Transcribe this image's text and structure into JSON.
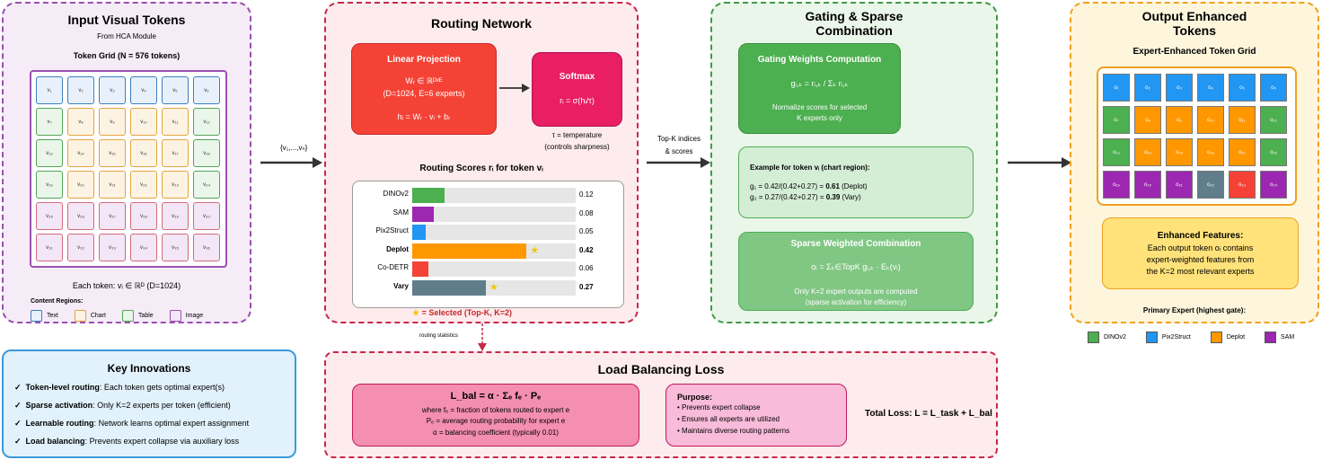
{
  "input": {
    "title": "Input Visual Tokens",
    "subtitle": "From HCA Module",
    "grid_title": "Token Grid (N = 576 tokens)",
    "tokens": [
      "v₁",
      "v₂",
      "v₃",
      "v₄",
      "v₅",
      "v₆",
      "v₇",
      "v₈",
      "v₉",
      "v₁₀",
      "v₁₁",
      "v₁₂",
      "v₁₃",
      "v₁₄",
      "v₁₅",
      "v₁₆",
      "v₁₇",
      "v₁₈",
      "v₁₉",
      "v₂₀",
      "v₂₁",
      "v₂₂",
      "v₂₃",
      "v₂₄",
      "v₂₅",
      "v₂₆",
      "v₂₇",
      "v₂₈",
      "v₂₉",
      "v₃₀",
      "v₃₁",
      "v₃₂",
      "v₃₃",
      "v₃₄",
      "v₃₅",
      "v₃₆"
    ],
    "token_regions": [
      "text",
      "text",
      "text",
      "text",
      "text",
      "text",
      "table",
      "chart",
      "chart",
      "chart",
      "chart",
      "table",
      "table",
      "chart",
      "chart",
      "chart",
      "chart",
      "table",
      "table",
      "chart",
      "chart",
      "chart",
      "chart",
      "table",
      "image",
      "image",
      "image",
      "image",
      "image",
      "image",
      "image",
      "image",
      "image",
      "image",
      "image",
      "image"
    ],
    "each_token": "Each token: vᵢ ∈ ℝᴰ (D=1024)",
    "content_regions_title": "Content Regions:",
    "regions": [
      {
        "label": "Text",
        "color": "#3a7fc1",
        "fill": "#e8f1fb"
      },
      {
        "label": "Chart",
        "color": "#e6a23c",
        "fill": "#fdf3e3"
      },
      {
        "label": "Table",
        "color": "#52a556",
        "fill": "#eaf6ea"
      },
      {
        "label": "Image",
        "color": "#9b4fb0",
        "fill": "#f3e6f6"
      }
    ],
    "image_border": "#d16a7a"
  },
  "arrow1_label": "{v₁,...,vₙ}",
  "routing": {
    "title": "Routing Network",
    "linear": {
      "title": "Linear Projection",
      "line1": "Wᵣ ∈ ℝᴰˣᴱ",
      "line2": "(D=1024, E=6 experts)",
      "line3": "hᵢ = Wᵣ · vᵢ + bᵣ"
    },
    "softmax": {
      "title": "Softmax",
      "formula": "rᵢ = σ(hᵢ/τ)"
    },
    "tau1": "τ = temperature",
    "tau2": "(controls sharpness)",
    "scores_title": "Routing Scores rᵢ for token vᵢ",
    "legend": "= Selected (Top-K, K=2)",
    "routing_statistics": "routing statistics"
  },
  "chart_data": {
    "type": "bar",
    "orientation": "horizontal",
    "categories": [
      "DINOv2",
      "SAM",
      "Pix2Struct",
      "Deplot",
      "Co-DETR",
      "Vary"
    ],
    "values": [
      0.12,
      0.08,
      0.05,
      0.42,
      0.06,
      0.27
    ],
    "labels": [
      "0.12",
      "0.08",
      "0.05",
      "0.42",
      "0.06",
      "0.27"
    ],
    "colors": [
      "#4caf50",
      "#9c27b0",
      "#2196f3",
      "#ff9800",
      "#f44336",
      "#607d8b"
    ],
    "selected": [
      "Deplot",
      "Vary"
    ],
    "xlim": [
      0,
      0.6
    ]
  },
  "arrow2_label1": "Top-K indices",
  "arrow2_label2": "& scores",
  "gating": {
    "title1": "Gating & Sparse",
    "title2": "Combination",
    "weights_title": "Gating Weights Computation",
    "weights_formula": "gᵢ,ₖ = rᵢ,ₖ / Σₖ rᵢ,ₖ",
    "weights_note1": "Normalize scores for selected",
    "weights_note2": "K experts only",
    "example_title": "Example for token vᵢ (chart region):",
    "example_l1a": "g₁ = 0.42/(0.42+0.27) = ",
    "example_l1b": "0.61",
    "example_l1c": " (Deplot)",
    "example_l2a": "g₂ = 0.27/(0.42+0.27) = ",
    "example_l2b": "0.39",
    "example_l2c": " (Vary)",
    "sparse_title": "Sparse Weighted Combination",
    "sparse_formula": "oᵢ = Σₖ∈TopK gᵢ,ₖ · Eₖ(vᵢ)",
    "sparse_note1": "Only K=2 expert outputs are computed",
    "sparse_note2": "(sparse activation for efficiency)"
  },
  "output": {
    "title1": "Output Enhanced",
    "title2": "Tokens",
    "grid_title": "Expert-Enhanced Token Grid",
    "tokens": [
      "o₁",
      "o₂",
      "o₃",
      "o₄",
      "o₅",
      "o₆",
      "o₇",
      "o₈",
      "o₉",
      "o₁₀",
      "o₁₁",
      "o₁₂",
      "o₁₃",
      "o₁₄",
      "o₁₅",
      "o₁₆",
      "o₁₇",
      "o₁₈",
      "o₁₉",
      "o₂₀",
      "o₂₁",
      "o₂₂",
      "o₂₃",
      "o₂₄"
    ],
    "token_colors": [
      "#2196f3",
      "#2196f3",
      "#2196f3",
      "#2196f3",
      "#2196f3",
      "#2196f3",
      "#4caf50",
      "#ff9800",
      "#ff9800",
      "#ff9800",
      "#ff9800",
      "#4caf50",
      "#4caf50",
      "#ff9800",
      "#ff9800",
      "#ff9800",
      "#ff9800",
      "#4caf50",
      "#9c27b0",
      "#9c27b0",
      "#9c27b0",
      "#607d8b",
      "#f44336",
      "#9c27b0"
    ],
    "enhanced_title": "Enhanced Features:",
    "enhanced_l1": "Each output token oᵢ contains",
    "enhanced_l2": "expert-weighted features from",
    "enhanced_l3": "the K=2 most relevant experts",
    "primary_title": "Primary Expert (highest gate):",
    "primary_legend": [
      {
        "label": "DINOv2",
        "color": "#4caf50"
      },
      {
        "label": "Pix2Struct",
        "color": "#2196f3"
      },
      {
        "label": "Deplot",
        "color": "#ff9800"
      },
      {
        "label": "SAM",
        "color": "#9c27b0"
      }
    ]
  },
  "key_innovations": {
    "title": "Key Innovations",
    "items": [
      {
        "check": "✓",
        "bold": "Token-level routing",
        "rest": ": Each token gets optimal expert(s)"
      },
      {
        "check": "✓",
        "bold": "Sparse activation",
        "rest": ": Only K=2 experts per token (efficient)"
      },
      {
        "check": "✓",
        "bold": "Learnable routing",
        "rest": ": Network learns optimal expert assignment"
      },
      {
        "check": "✓",
        "bold": "Load balancing",
        "rest": ": Prevents expert collapse via auxiliary loss"
      }
    ]
  },
  "load_balancing": {
    "title": "Load Balancing Loss",
    "formula": "L_bal = α · Σₑ fₑ · Pₑ",
    "where1": "where fₑ = fraction of tokens routed to expert e",
    "where2": "Pₑ = average routing probability for expert e",
    "where3": "α = balancing coefficient (typically 0.01)",
    "purpose_title": "Purpose:",
    "purpose_items": [
      "• Prevents expert collapse",
      "• Ensures all experts are utilized",
      "• Maintains diverse routing patterns"
    ],
    "total": "Total Loss: L = L_task + L_bal"
  }
}
